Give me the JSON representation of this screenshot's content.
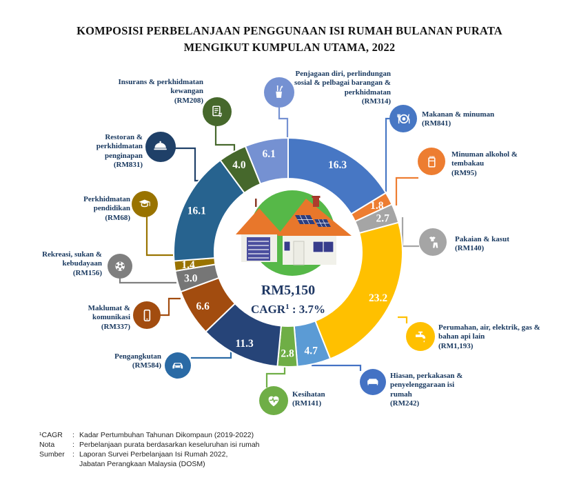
{
  "title": {
    "line1": "KOMPOSISI PERBELANJAAN PENGGUNAAN ISI RUMAH BULANAN PURATA",
    "line2": "MENGIKUT KUMPULAN UTAMA, 2022"
  },
  "center": {
    "total": "RM5,150",
    "cagr_prefix": "CAGR",
    "cagr_sup": "1",
    "cagr_rest": " : 3.7%"
  },
  "chart_data": {
    "type": "pie",
    "subtype": "donut",
    "title": "Komposisi perbelanjaan penggunaan isi rumah bulanan purata mengikut kumpulan utama, 2022",
    "center_total": "RM5,150",
    "cagr_percent": 3.7,
    "start_angle_deg": 0,
    "direction": "clockwise",
    "values_are": "percent share",
    "segments": [
      {
        "label": "Makanan & minuman",
        "rm": "(RM841)",
        "value": 16.3,
        "color": "#4777C4",
        "icon": "food-plate-icon"
      },
      {
        "label": "Minuman alkohol & tembakau",
        "rm": "(RM95)",
        "value": 1.8,
        "color": "#ED7D31",
        "icon": "cigarette-pack-icon"
      },
      {
        "label": "Pakaian & kasut",
        "rm": "(RM140)",
        "value": 2.7,
        "color": "#A5A5A5",
        "icon": "clothes-icon"
      },
      {
        "label": "Perumahan, air, elektrik, gas & bahan api lain",
        "rm": "(RM1,193)",
        "value": 23.2,
        "color": "#FFC000",
        "icon": "water-tap-icon"
      },
      {
        "label": "Hiasan, perkakasan & penyelenggaraan isi rumah",
        "rm": "(RM242)",
        "value": 4.7,
        "color": "#5B9BD5",
        "icon_color": "#4472C4",
        "icon": "sofa-icon"
      },
      {
        "label": "Kesihatan",
        "rm": "(RM141)",
        "value": 2.8,
        "color": "#6FAE46",
        "icon": "heart-pulse-icon"
      },
      {
        "label": "Pengangkutan",
        "rm": "(RM584)",
        "value": 11.3,
        "color": "#264478",
        "icon_color": "#2A6AA5",
        "icon": "car-icon"
      },
      {
        "label": "Maklumat & komunikasi",
        "rm": "(RM337)",
        "value": 6.6,
        "color": "#A24C0F",
        "icon": "smartphone-icon"
      },
      {
        "label": "Rekreasi, sukan & kebudayaan",
        "rm": "(RM156)",
        "value": 3.0,
        "color": "#767676",
        "icon_color": "#7F7F7F",
        "icon": "soccer-ball-icon"
      },
      {
        "label": "Perkhidmatan pendidikan",
        "rm": "(RM68)",
        "value": 1.4,
        "color": "#997300",
        "icon": "graduation-cap-icon"
      },
      {
        "label": "Restoran & perkhidmatan penginapan",
        "rm": "(RM831)",
        "value": 16.1,
        "color": "#27638F",
        "icon_color": "#1F4068",
        "icon": "cloche-icon"
      },
      {
        "label": "Insurans & perkhidmatan kewangan",
        "rm": "(RM208)",
        "value": 4.0,
        "color": "#46682C",
        "icon": "insurance-document-icon"
      },
      {
        "label": "Penjagaan diri, perlindungan sosial & pelbagai barangan & perkhidmatan",
        "rm": "(RM314)",
        "value": 6.1,
        "color": "#7591D2",
        "icon": "personal-care-icon"
      }
    ]
  },
  "footer": {
    "rows": [
      {
        "term": "¹CAGR",
        "sep": ":",
        "text": "Kadar Pertumbuhan Tahunan Dikompaun (2019-2022)"
      },
      {
        "term": "Nota",
        "sep": ":",
        "text": "Perbelanjaan purata berdasarkan keseluruhan isi rumah"
      },
      {
        "term": "Sumber",
        "sep": ":",
        "text": "Laporan Survei Perbelanjaan Isi Rumah 2022,"
      },
      {
        "term": "",
        "sep": "",
        "text": "Jabatan Perangkaan Malaysia (DOSM)"
      }
    ]
  }
}
